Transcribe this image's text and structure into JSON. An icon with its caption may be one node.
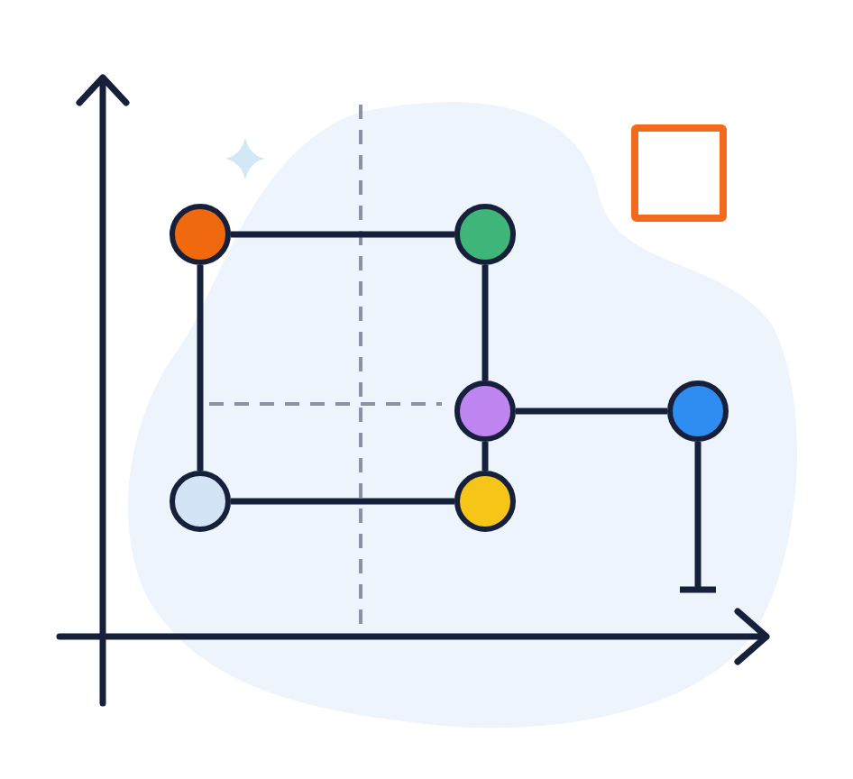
{
  "diagram": {
    "nodes": [
      {
        "text": [],
        "shape": "box"
      },
      {
        "text": [],
        "shape": "circle"
      },
      {
        "text": [],
        "shape": "circle"
      },
      {
        "text": [],
        "shape": "circle"
      },
      {
        "text": [],
        "shape": "circle"
      },
      {
        "text": [],
        "shape": "circle"
      },
      {
        "text": [],
        "shape": "circle"
      }
    ],
    "edges": [
      {
        "from": 1,
        "to": 2,
        "arrow": "none"
      },
      {
        "from": 1,
        "to": 5,
        "arrow": "none"
      },
      {
        "from": 2,
        "to": 3,
        "arrow": "none"
      },
      {
        "from": 3,
        "to": 4,
        "arrow": "none"
      },
      {
        "from": 3,
        "to": 6,
        "arrow": "none"
      },
      {
        "from": 5,
        "to": 6,
        "arrow": "none"
      },
      {
        "from": 4,
        "to": null,
        "arrow": "other"
      }
    ]
  }
}
